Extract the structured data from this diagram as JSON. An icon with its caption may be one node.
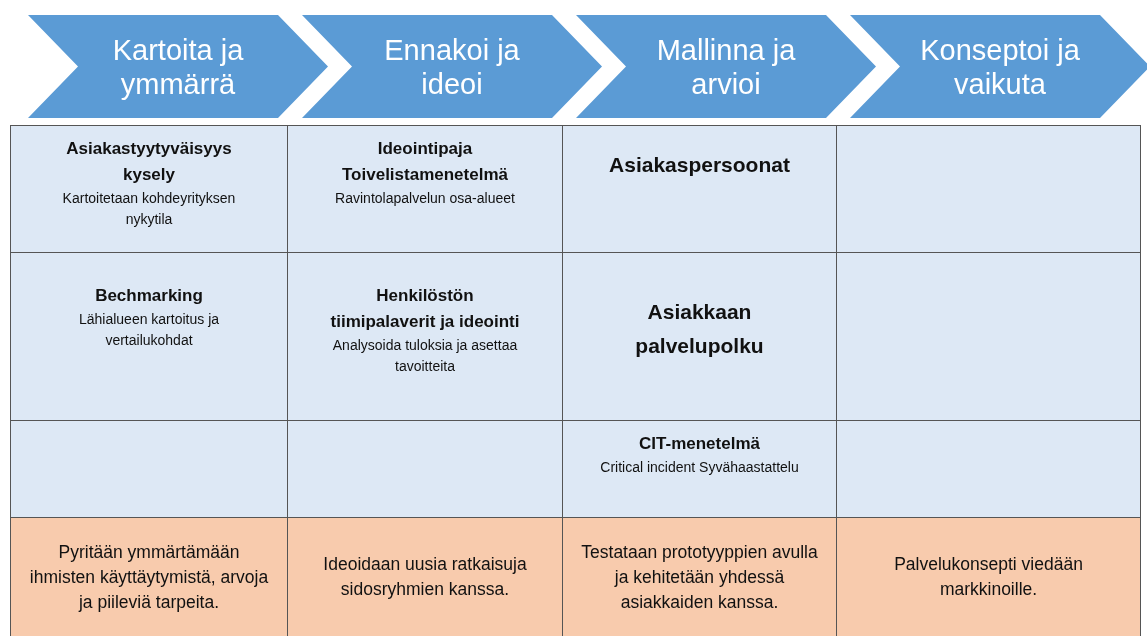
{
  "diagram": {
    "nodes": [
      {
        "text": [
          "Kartoita ja ymmärrä"
        ]
      },
      {
        "text": [
          "Ennakoi ja ideoi"
        ]
      },
      {
        "text": [
          "Mallinna ja arvioi"
        ]
      },
      {
        "text": [
          "Konseptoi ja vaikuta"
        ]
      },
      {
        "text": [
          "Asiakastyytyväisyys kysely",
          "Kartoitetaan kohdeyrityksen nykytila"
        ]
      },
      {
        "text": [
          "Ideointipaja Toivelistamenetelmä",
          "Ravintolapalvelun osa-alueet"
        ]
      },
      {
        "text": [
          "Asiakaspersoonat"
        ]
      },
      {
        "text": [],
        "shape": "box"
      },
      {
        "text": [
          "Bechmarking",
          "Lähialueen kartoitus ja vertailukohdat"
        ]
      },
      {
        "text": [
          "Henkilöstön tiimipalaverit ja ideointi",
          "Analysoida tuloksia ja asettaa tavoitteita"
        ]
      },
      {
        "text": [
          "Asiakkaan palvelupolku"
        ]
      },
      {
        "text": [],
        "shape": "box"
      },
      {
        "text": [],
        "shape": "box"
      },
      {
        "text": [],
        "shape": "box"
      },
      {
        "text": [
          "CIT-menetelmä",
          "Critical incident Syvähaastattelu"
        ]
      },
      {
        "text": [],
        "shape": "box"
      },
      {
        "text": [
          "Pyritään ymmärtämään ihmisten käyttäytymistä, arvoja ja piileviä tarpeita."
        ]
      },
      {
        "text": [
          "Ideoidaan uusia ratkaisuja sidosryhmien kanssa."
        ]
      },
      {
        "text": [
          "Testataan prototyyppien avulla ja kehitetään yhdessä asiakkaiden kanssa."
        ]
      },
      {
        "text": [
          "Palvelukonsepti viedään markkinoille."
        ]
      }
    ]
  }
}
